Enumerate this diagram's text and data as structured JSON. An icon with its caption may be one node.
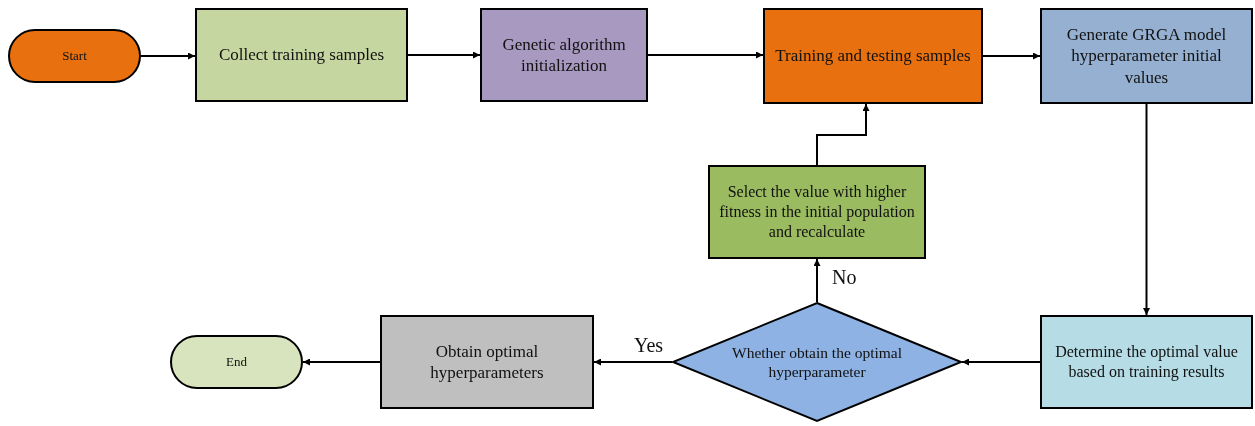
{
  "diagram": {
    "nodes": [
      {
        "text": [
          "Start"
        ]
      },
      {
        "text": [
          "Collect training samples"
        ]
      },
      {
        "text": [
          "Genetic algorithm initialization"
        ]
      },
      {
        "text": [
          "Training and testing samples"
        ]
      },
      {
        "text": [
          "Generate GRGA model hyperparameter initial values"
        ]
      },
      {
        "text": [
          "Select the value with higher fitness in the initial population and recalculate"
        ]
      },
      {
        "text": [
          "Whether obtain the optimal hyperparameter"
        ]
      },
      {
        "text": [
          "Determine the optimal value based on training results"
        ]
      },
      {
        "text": [
          "Obtain optimal hyperparameters"
        ]
      },
      {
        "text": [
          "End"
        ]
      }
    ],
    "edges": [
      {
        "from": 0,
        "to": 1,
        "arrow": "to"
      },
      {
        "from": 1,
        "to": 2,
        "arrow": "to"
      },
      {
        "from": 2,
        "to": 3,
        "arrow": "to"
      },
      {
        "from": 3,
        "to": 4,
        "arrow": "to"
      },
      {
        "from": 4,
        "to": 7,
        "arrow": "to"
      },
      {
        "from": 7,
        "to": 6,
        "arrow": "to"
      },
      {
        "from": 6,
        "to": 5,
        "arrow": "to",
        "label": "No"
      },
      {
        "from": 5,
        "to": 3,
        "arrow": "to"
      },
      {
        "from": 6,
        "to": 8,
        "arrow": "to",
        "label": "Yes"
      },
      {
        "from": 8,
        "to": 9,
        "arrow": "to"
      }
    ]
  }
}
